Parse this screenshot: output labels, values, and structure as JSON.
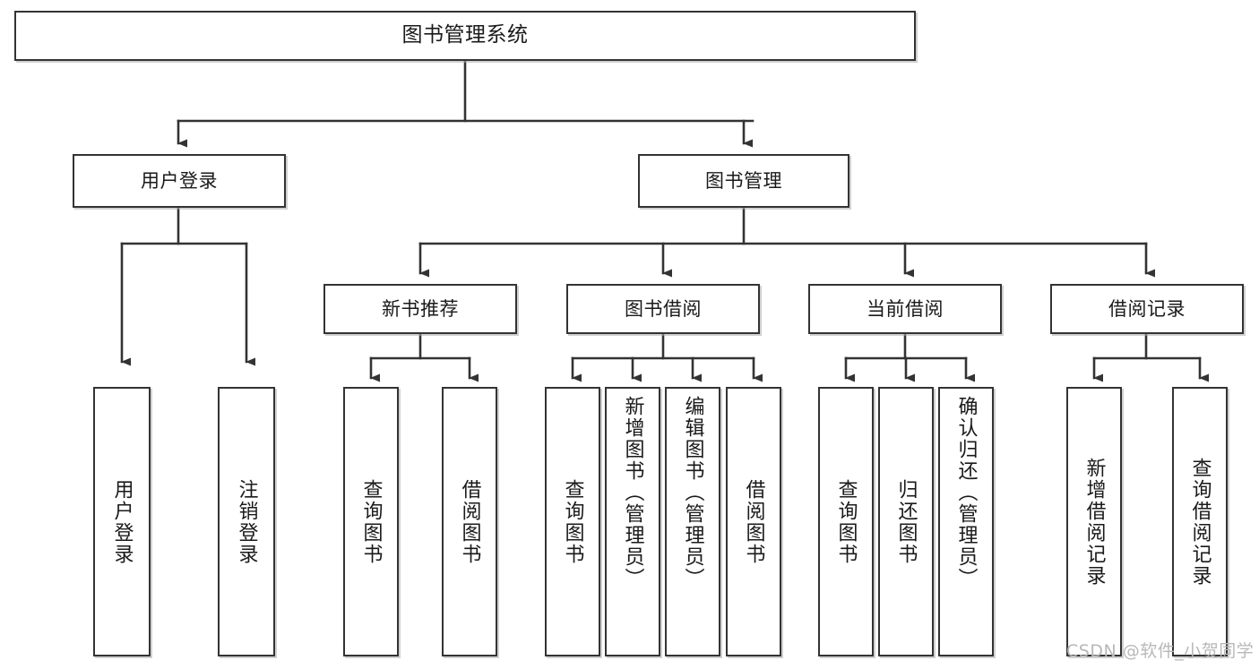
{
  "diagram": {
    "type": "tree",
    "title": "图书管理系统",
    "orientation": "top-down",
    "colors": {
      "box_border": "#333333",
      "box_fill": "#ffffff",
      "connector": "#333333",
      "text": "#1a1a1a",
      "watermark": "#b8b8b8",
      "background": "#ffffff"
    },
    "root": {
      "label": "图书管理系统"
    },
    "level2": [
      {
        "label": "用户登录"
      },
      {
        "label": "图书管理"
      }
    ],
    "level3": [
      {
        "label": "新书推荐"
      },
      {
        "label": "图书借阅"
      },
      {
        "label": "当前借阅"
      },
      {
        "label": "借阅记录"
      }
    ],
    "leaves": {
      "user_login": [
        {
          "label": "用户登录"
        },
        {
          "label": "注销登录"
        }
      ],
      "new_book_recommend": [
        {
          "label": "查询图书"
        },
        {
          "label": "借阅图书"
        }
      ],
      "book_borrow": [
        {
          "label": "查询图书"
        },
        {
          "label": "新增图书（管理员）"
        },
        {
          "label": "编辑图书（管理员）"
        },
        {
          "label": "借阅图书"
        }
      ],
      "current_borrow": [
        {
          "label": "查询图书"
        },
        {
          "label": "归还图书"
        },
        {
          "label": "确认归还（管理员）"
        }
      ],
      "borrow_record": [
        {
          "label": "新增借阅记录"
        },
        {
          "label": "查询借阅记录"
        }
      ]
    },
    "watermark": "CSDN @软件_小贺同学"
  }
}
